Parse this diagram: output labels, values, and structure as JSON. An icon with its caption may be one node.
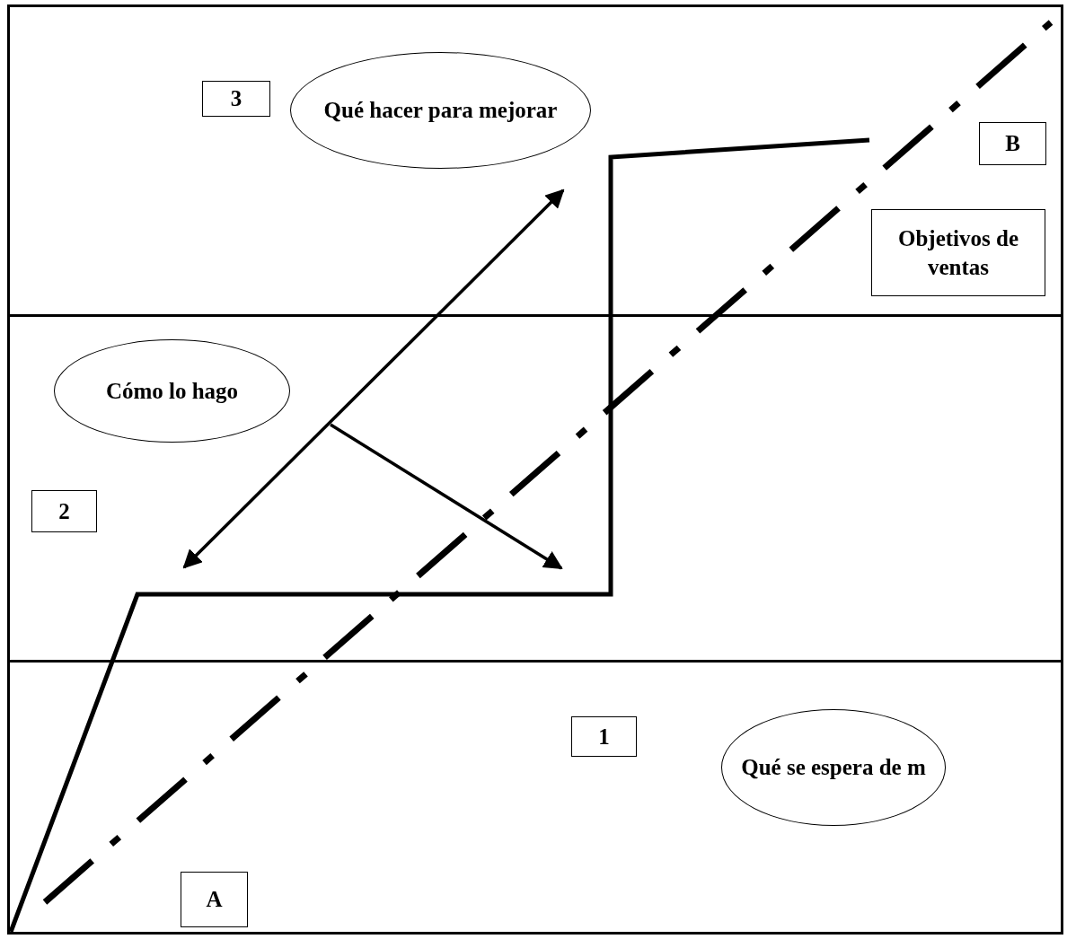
{
  "diagram": {
    "nodes": [
      {
        "text": [],
        "shape": "band"
      },
      {
        "text": [
          "3"
        ],
        "in": 0
      },
      {
        "text": [
          "Qué hacer para mejorar"
        ],
        "in": 0
      },
      {
        "text": [
          "B"
        ],
        "in": 0
      },
      {
        "text": [
          "Objetivos de ventas"
        ],
        "in": 0
      },
      {
        "text": [],
        "shape": "band"
      },
      {
        "text": [
          "Cómo lo hago"
        ],
        "in": 5
      },
      {
        "text": [
          "2"
        ],
        "in": 5
      },
      {
        "text": [],
        "shape": "band"
      },
      {
        "text": [
          "Qué se espera de m"
        ],
        "in": 8
      },
      {
        "text": [
          "1"
        ],
        "in": 8
      },
      {
        "text": [
          "A"
        ],
        "in": 8
      }
    ]
  }
}
